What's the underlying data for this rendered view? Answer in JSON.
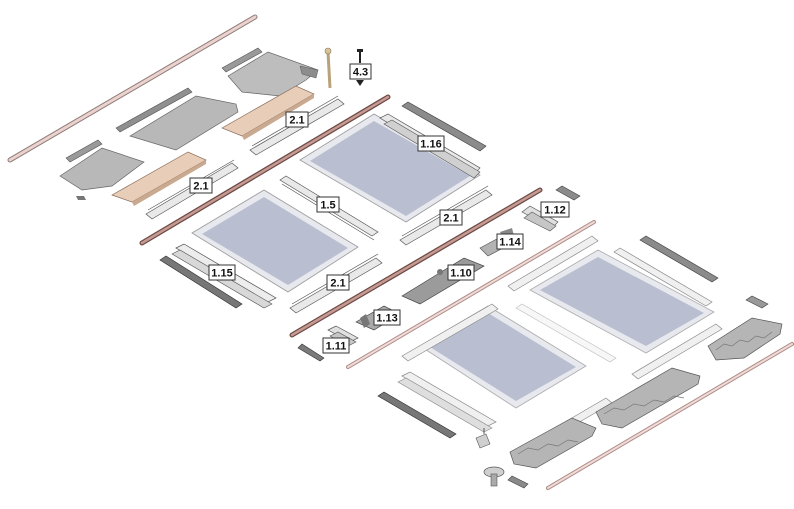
{
  "labels": {
    "l_4_3": "4.3",
    "l_2_1_a": "2.1",
    "l_1_16": "1.16",
    "l_2_1_b": "2.1",
    "l_1_5": "1.5",
    "l_2_1_c": "2.1",
    "l_1_12": "1.12",
    "l_1_14": "1.14",
    "l_1_15": "1.15",
    "l_1_10": "1.10",
    "l_2_1_d": "2.1",
    "l_1_13": "1.13",
    "l_1_11": "1.11"
  },
  "colors": {
    "glass": "#b9bfd0",
    "glass_frame": "#e6e7ec",
    "metal_light": "#d8d8d8",
    "metal_mid": "#a8a8a8",
    "metal_dark": "#6e6e6e",
    "timber": "#e6cbb6",
    "rod_pink": "#d9b3ad",
    "outline": "#555555"
  }
}
